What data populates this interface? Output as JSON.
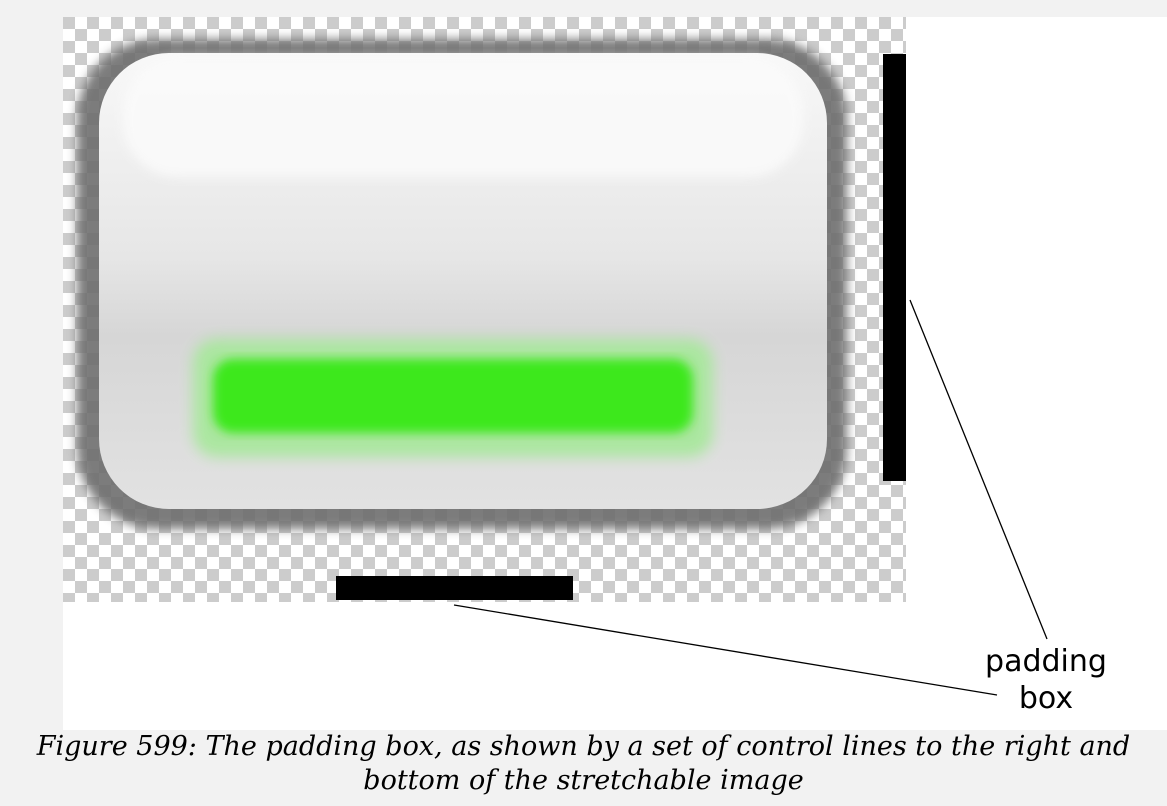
{
  "figure": {
    "callout_label": "padding\nbox",
    "caption": "Figure 599: The padding box, as shown by a set of control lines to the right and bottom of the stretchable image"
  },
  "colors": {
    "page_background": "#f2f2f2",
    "figure_background": "#ffffff",
    "checker_light": "#ffffff",
    "checker_dark": "#cccccc",
    "button_border": "#7a7a7a",
    "button_fill_top": "#f7f7f7",
    "button_fill_bottom": "#d9d9d9",
    "led_green": "#3ee81e",
    "control_line": "#000000",
    "caption_text": "#000000"
  },
  "icons": {
    "checker_background": "transparency-checkerboard",
    "button_image": "ninepatch-button-image",
    "led_bar": "green-led-bar"
  }
}
